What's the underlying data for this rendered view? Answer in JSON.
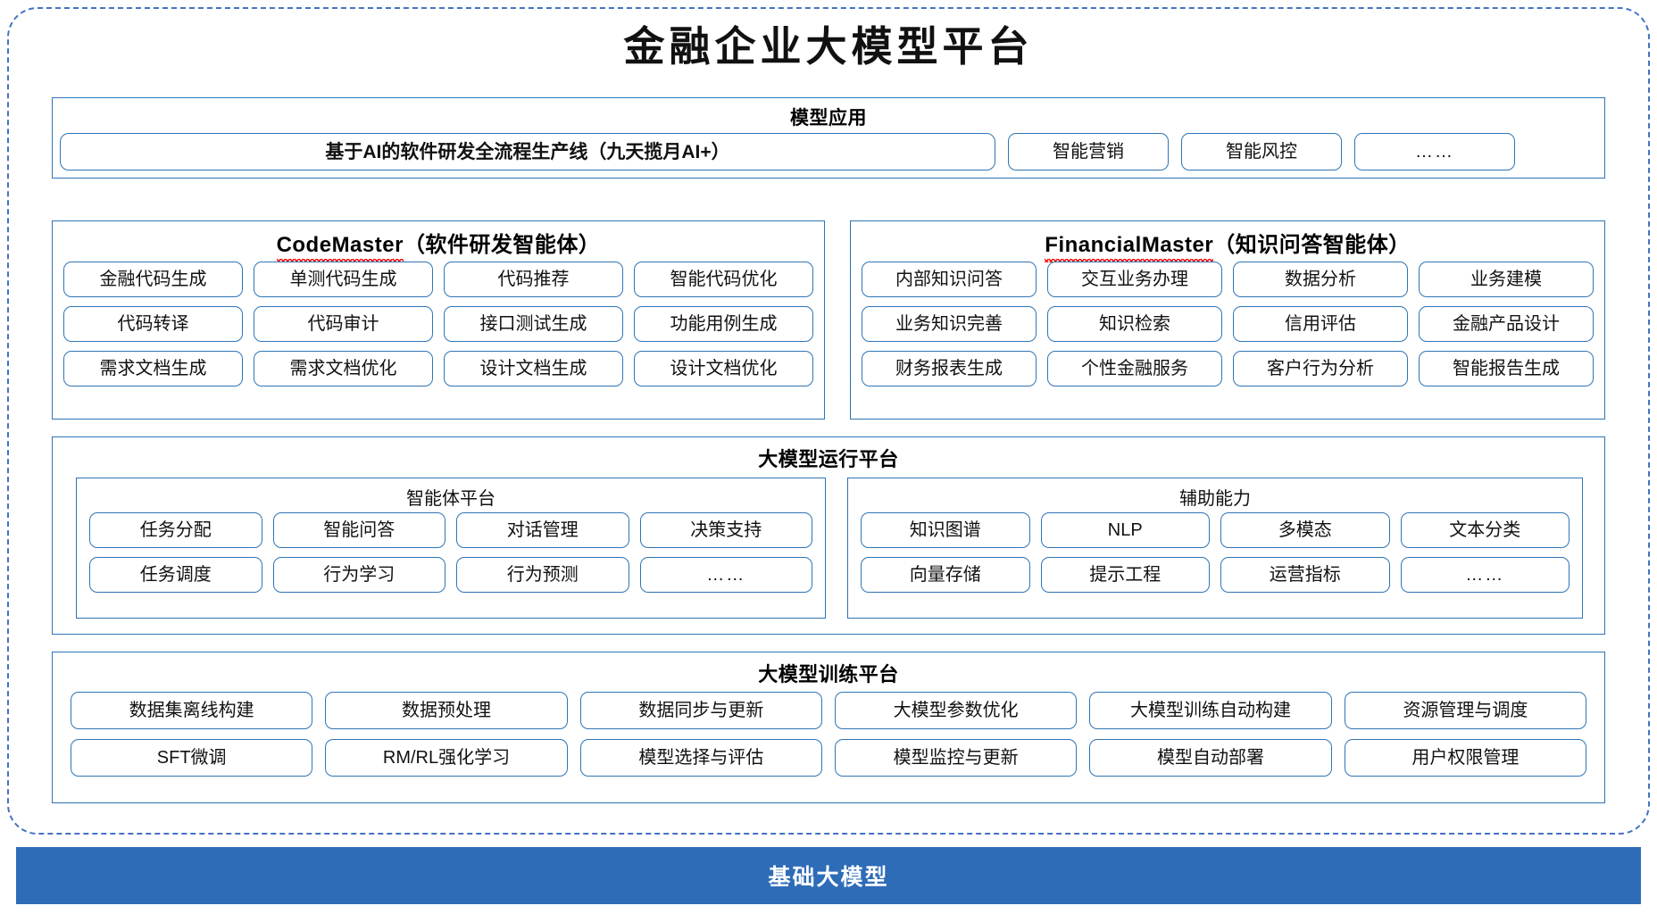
{
  "title": "金融企业大模型平台",
  "colors": {
    "frame_dashed": "#4472C4",
    "panel_border": "#2E75B6",
    "base_bar_bg": "#2E6CB8",
    "spellcheck_squiggle": "#FF0000",
    "text": "#111111"
  },
  "model_application": {
    "title": "模型应用",
    "primary_item": "基于AI的软件研发全流程生产线（九天揽月AI+）",
    "items": [
      "智能营销",
      "智能风控",
      "……"
    ]
  },
  "agents": [
    {
      "name_latin": "CodeMaster",
      "name_suffix": "（软件研发智能体）",
      "spellcheck_underline": true,
      "items": [
        "金融代码生成",
        "单测代码生成",
        "代码推荐",
        "智能代码优化",
        "代码转译",
        "代码审计",
        "接口测试生成",
        "功能用例生成",
        "需求文档生成",
        "需求文档优化",
        "设计文档生成",
        "设计文档优化"
      ]
    },
    {
      "name_latin": "FinancialMaster",
      "name_suffix": "（知识问答智能体）",
      "spellcheck_underline": true,
      "items": [
        "内部知识问答",
        "交互业务办理",
        "数据分析",
        "业务建模",
        "业务知识完善",
        "知识检索",
        "信用评估",
        "金融产品设计",
        "财务报表生成",
        "个性金融服务",
        "客户行为分析",
        "智能报告生成"
      ]
    }
  ],
  "runtime_platform": {
    "title": "大模型运行平台",
    "subpanels": [
      {
        "title": "智能体平台",
        "items": [
          "任务分配",
          "智能问答",
          "对话管理",
          "决策支持",
          "任务调度",
          "行为学习",
          "行为预测",
          "……"
        ]
      },
      {
        "title": "辅助能力",
        "items": [
          "知识图谱",
          "NLP",
          "多模态",
          "文本分类",
          "向量存储",
          "提示工程",
          "运营指标",
          "……"
        ]
      }
    ]
  },
  "training_platform": {
    "title": "大模型训练平台",
    "items": [
      "数据集离线构建",
      "数据预处理",
      "数据同步与更新",
      "大模型参数优化",
      "大模型训练自动构建",
      "资源管理与调度",
      "SFT微调",
      "RM/RL强化学习",
      "模型选择与评估",
      "模型监控与更新",
      "模型自动部署",
      "用户权限管理"
    ]
  },
  "base_model": {
    "label": "基础大模型"
  }
}
